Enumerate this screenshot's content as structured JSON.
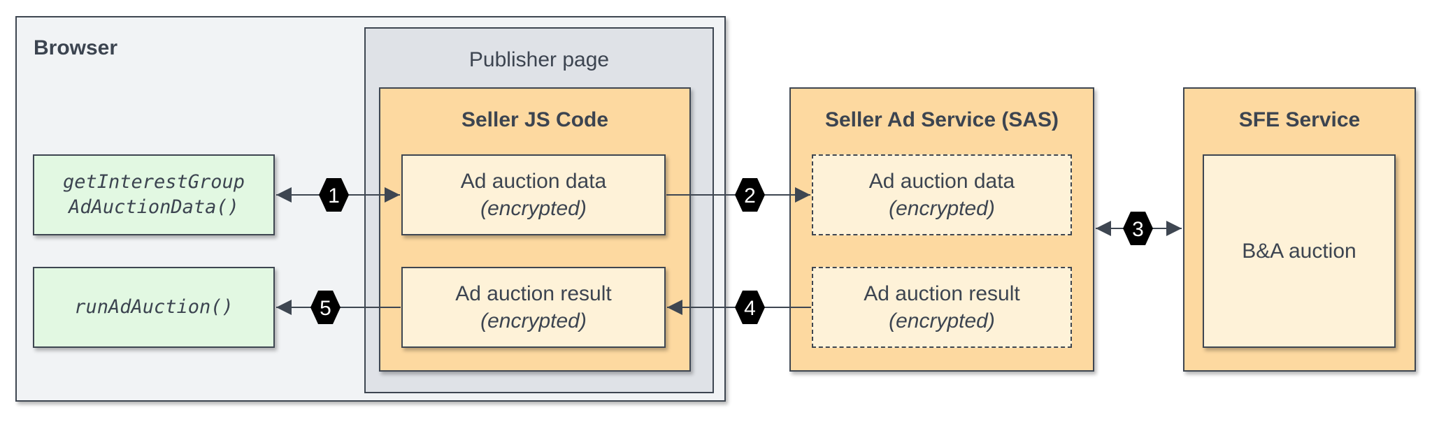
{
  "browser": {
    "title": "Browser"
  },
  "publisher": {
    "title": "Publisher page"
  },
  "seller_js": {
    "title": "Seller JS Code",
    "data_box": {
      "line1": "Ad auction data",
      "line2": "(encrypted)"
    },
    "result_box": {
      "line1": "Ad auction result",
      "line2": "(encrypted)"
    }
  },
  "sas": {
    "title": "Seller Ad Service (SAS)",
    "data_box": {
      "line1": "Ad auction data",
      "line2": "(encrypted)"
    },
    "result_box": {
      "line1": "Ad auction result",
      "line2": "(encrypted)"
    }
  },
  "sfe": {
    "title": "SFE Service",
    "auction_box": "B&A auction"
  },
  "apis": {
    "get_data_line1": "getInterestGroup",
    "get_data_line2": "AdAuctionData()",
    "run_auction": "runAdAuction()"
  },
  "steps": [
    "1",
    "2",
    "3",
    "4",
    "5"
  ],
  "colors": {
    "stroke": "#3e4651",
    "browser_bg": "#f1f3f5",
    "publisher_bg": "#dfe2e7",
    "service_bg": "#fdd9a0",
    "inner_bg": "#fef2d8",
    "api_bg": "#e2f8e2",
    "badge": "#000000"
  }
}
